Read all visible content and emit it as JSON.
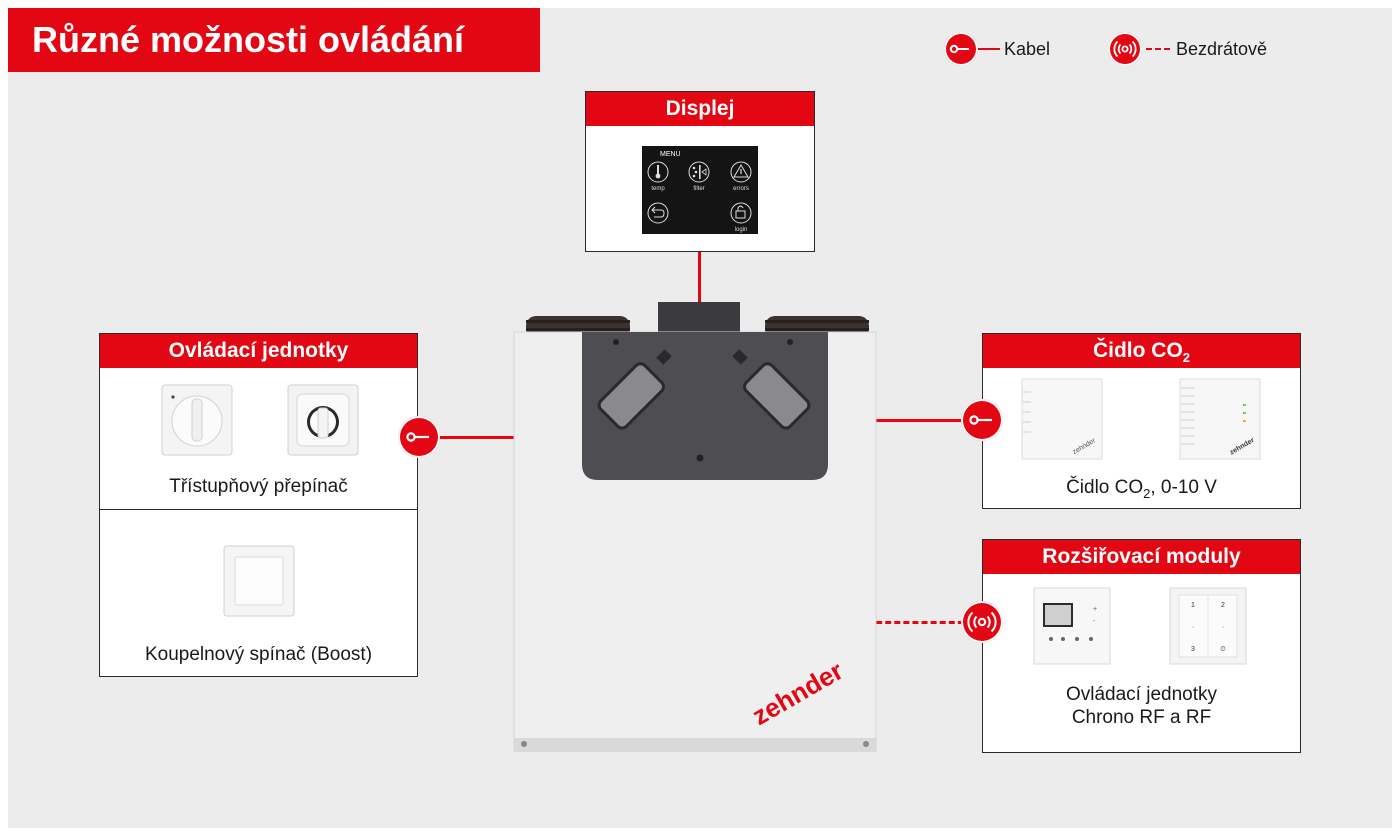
{
  "title": "Různé možnosti ovládání",
  "legend": {
    "cable_label": "Kabel",
    "wireless_label": "Bezdrátově"
  },
  "display_panel": {
    "heading": "Displej",
    "screen": {
      "menu_label": "MENU",
      "items": [
        "temp",
        "filter",
        "errors",
        "login"
      ]
    }
  },
  "control_units_panel": {
    "heading": "Ovládací jednotky",
    "switch_caption": "Třístupňový přepínač",
    "bathroom_caption": "Koupelnový spínač (Boost)"
  },
  "co2_panel": {
    "heading_main": "Čidlo CO",
    "heading_sub": "2",
    "caption_main": "Čidlo CO",
    "caption_sub": "2",
    "caption_rest": ", 0-10 V",
    "sensor_brand": "zehnder"
  },
  "modules_panel": {
    "heading": "Rozšiřovací moduly",
    "caption_line1": "Ovládací jednotky",
    "caption_line2": "Chrono RF a RF",
    "rf_keys": [
      "1",
      "2",
      "·",
      "·",
      "3",
      "⏲"
    ]
  },
  "unit": {
    "brand": "zehnder"
  },
  "colors": {
    "accent": "#e30613",
    "background": "#ececec",
    "unit_body": "#efefef",
    "unit_top": "#4d4d52"
  }
}
